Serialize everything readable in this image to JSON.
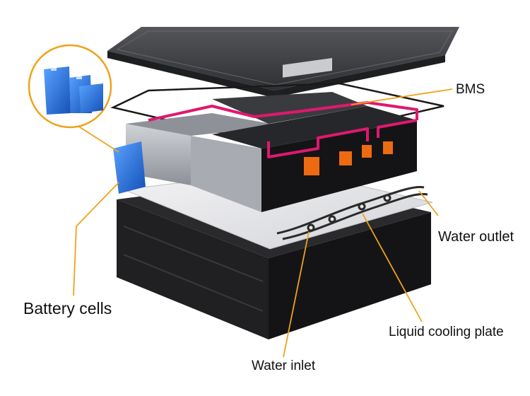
{
  "labels": {
    "bms": "BMS",
    "water_outlet": "Water outlet",
    "battery_cells": "Battery cells",
    "liquid_cooling_plate": "Liquid cooling plate",
    "water_inlet": "Water inlet"
  },
  "colors": {
    "leader_line": "#f0a21a",
    "battery_cell_blue": "#1f6fe0",
    "hv_cable_pink": "#e0186e",
    "connector_orange": "#ee6a10",
    "lid_dark": "#3a3a3c",
    "enclosure_black": "#1c1c1e",
    "cooling_plate": "#e9e9ec",
    "module_grey": "#b9bcc2"
  }
}
